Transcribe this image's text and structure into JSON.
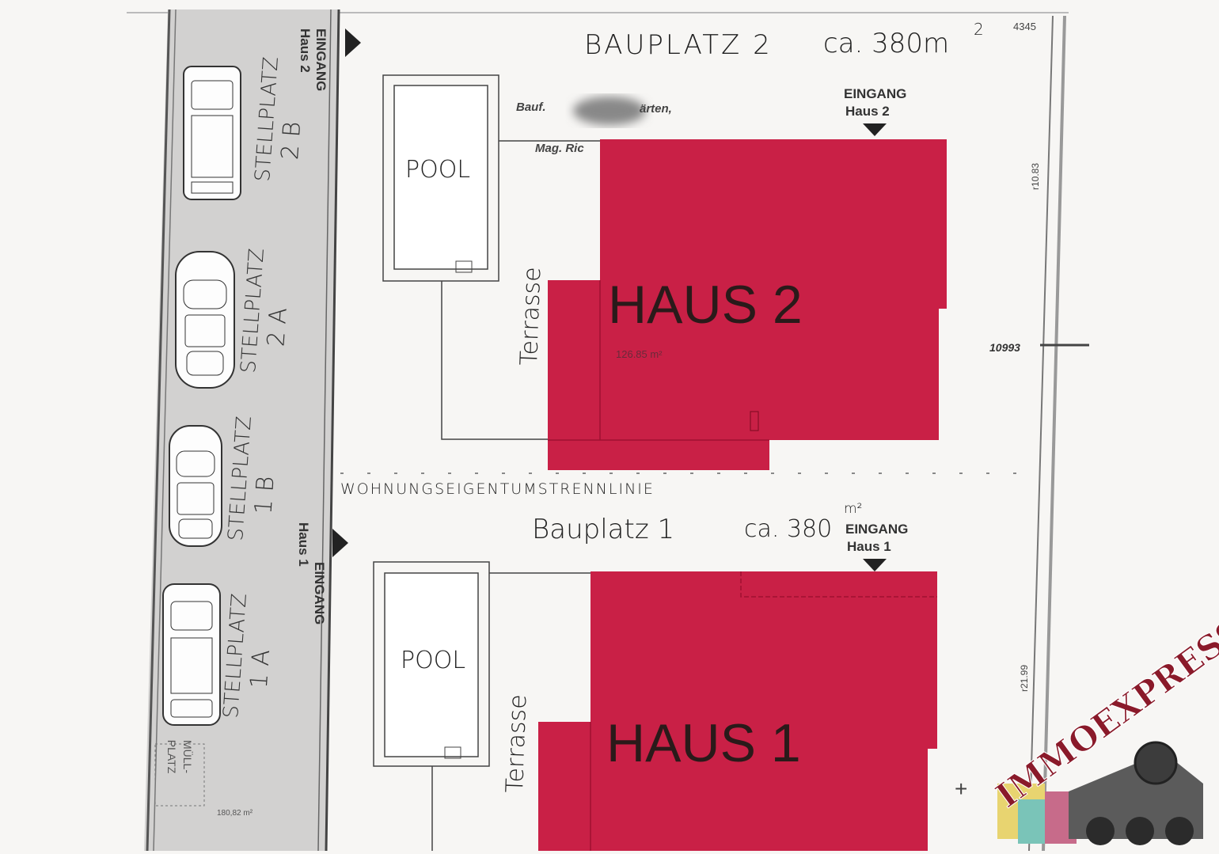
{
  "plots": {
    "plot2": {
      "title": "BAUPLATZ 2",
      "approx": "ca. 380m",
      "unit_sup": "2"
    },
    "plot1": {
      "title": "Bauplatz 1",
      "approx": "ca. 380",
      "unit_sup": "m²"
    }
  },
  "houses": [
    {
      "label": "HAUS 2",
      "area": "126.85 m²",
      "entrance_title": "EINGANG",
      "entrance_sub": "Haus 2",
      "color": "#c92046"
    },
    {
      "label": "HAUS 1",
      "entrance_title": "EINGANG",
      "entrance_sub": "Haus 1",
      "color": "#c92046"
    }
  ],
  "pools": [
    "POOL",
    "POOL"
  ],
  "terraces": [
    "Terrasse",
    "Terrasse"
  ],
  "partial_text": {
    "line1": "Bauf.",
    "line1b": "ärten,",
    "line2": "Mag. Ric"
  },
  "dividing_line": "WOHNUNGSEIGENTUMSTRENNLINIE",
  "parking": [
    {
      "line1": "STELLPLATZ",
      "line2": "2 B"
    },
    {
      "line1": "STELLPLATZ",
      "line2": "2 A"
    },
    {
      "line1": "STELLPLATZ",
      "line2": "1 B"
    },
    {
      "line1": "STELLPLATZ",
      "line2": "1 A"
    }
  ],
  "driveway": {
    "entrance2_title": "EINGANG",
    "entrance2_sub": "Haus 2",
    "entrance1_title": "EINGANG",
    "entrance1_sub": "Haus 1",
    "waste_line1": "MÜLL-",
    "waste_line2": "PLATZ",
    "area": "180,82 m²"
  },
  "survey": {
    "top": "4345",
    "r1": "r10.83",
    "mid": "10993",
    "r2": "r21.99"
  },
  "logo": {
    "text": "IMMOEXPRESS"
  }
}
